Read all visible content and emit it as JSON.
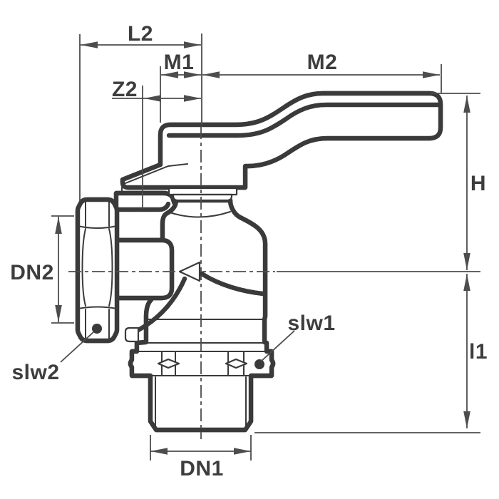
{
  "drawing": {
    "background": "#ffffff",
    "outline_color": "#3a3a3a",
    "dimension_color": "#4d4d4d",
    "text_color": "#3d3d3d",
    "labels": {
      "l2": "L2",
      "m1": "M1",
      "m2": "M2",
      "z2": "Z2",
      "h": "H",
      "l1": "l1",
      "dn1": "DN1",
      "dn2": "DN2",
      "slw1": "slw1",
      "slw2": "slw2"
    }
  }
}
